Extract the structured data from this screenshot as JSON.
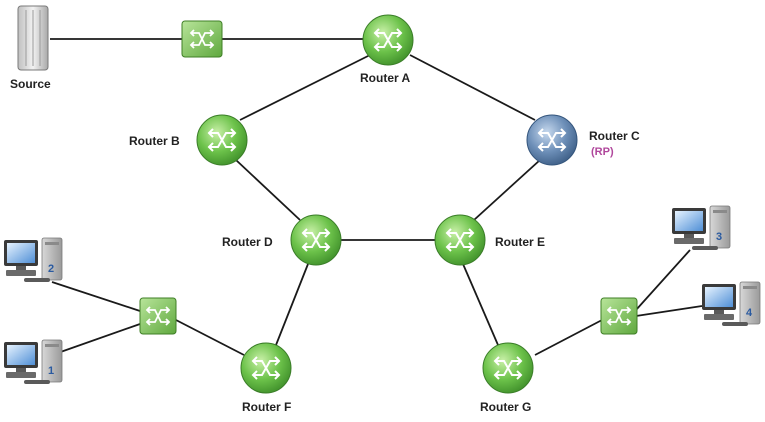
{
  "diagram": {
    "source_label": "Source",
    "routers": {
      "a": "Router A",
      "b": "Router B",
      "c": "Router C",
      "c_role": "(RP)",
      "d": "Router D",
      "e": "Router E",
      "f": "Router F",
      "g": "Router G"
    },
    "hosts": {
      "h1": "1",
      "h2": "2",
      "h3": "3",
      "h4": "4"
    }
  },
  "colors": {
    "router_green": "#6cc24a",
    "router_blue": "#5b7fa8",
    "switch_green": "#7dc35a",
    "rp_text": "#b0479c",
    "host_number": "#2a5aa0"
  }
}
